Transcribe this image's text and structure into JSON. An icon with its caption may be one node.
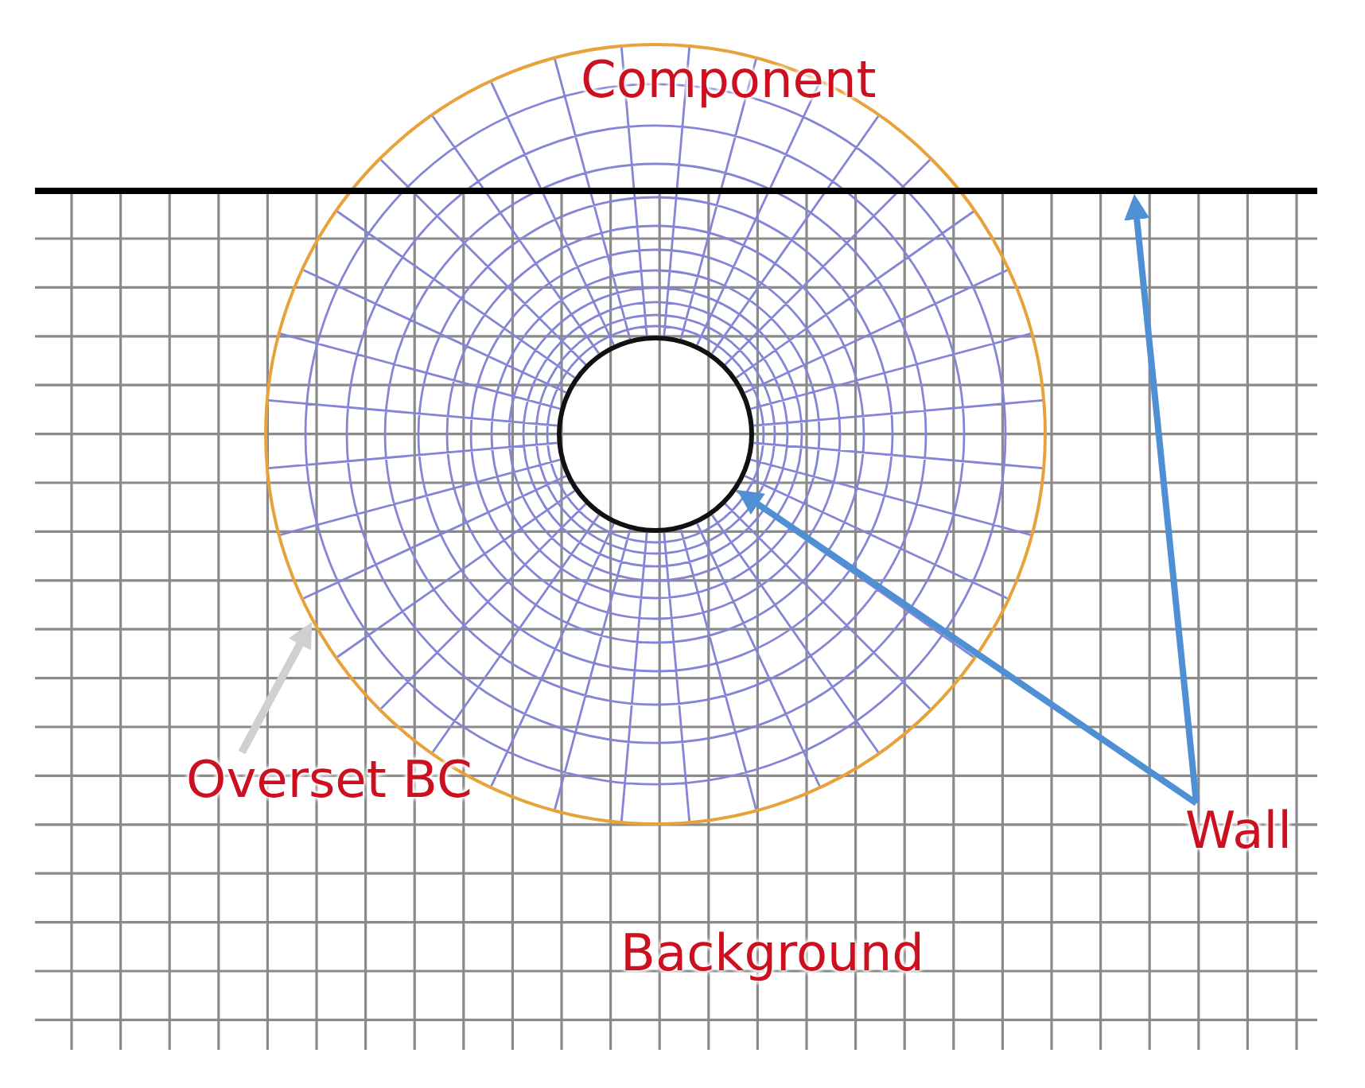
{
  "diagram": {
    "nodes": [
      {
        "text": [
          "Component"
        ]
      },
      {
        "text": [],
        "shape": "circle",
        "in": 0
      },
      {
        "text": [],
        "shape": "line"
      },
      {
        "text": [
          "Overset BC"
        ]
      },
      {
        "text": [
          "Wall"
        ]
      }
    ],
    "edges": [
      {
        "from": 3,
        "to": 0,
        "arrow": "to",
        "color": "#d0d0d0"
      },
      {
        "from": 4,
        "to": 2,
        "arrow": "to"
      },
      {
        "from": 4,
        "to": 1,
        "arrow": "to"
      }
    ],
    "labels": [
      "Background"
    ]
  }
}
